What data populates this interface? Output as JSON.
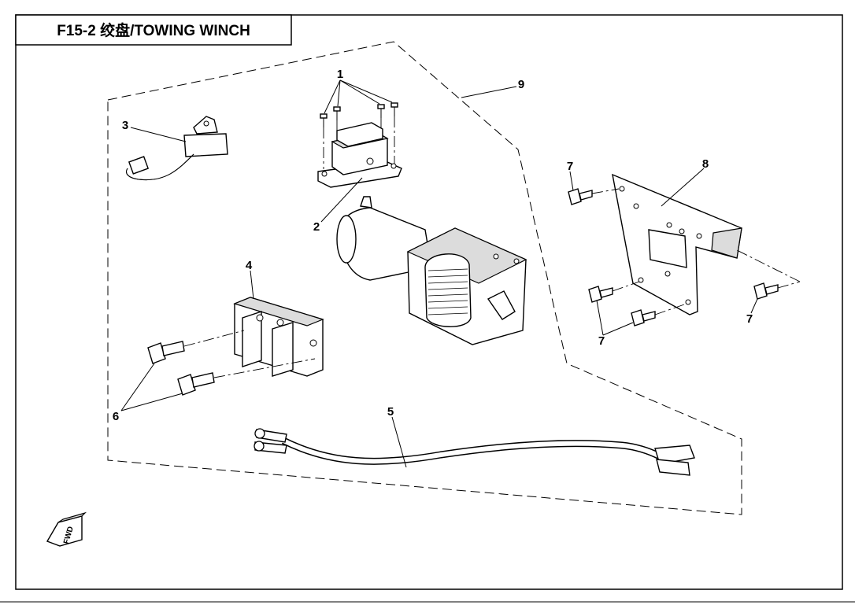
{
  "title": "F15-2 绞盘/TOWING WINCH",
  "callouts": {
    "c1": "1",
    "c2": "2",
    "c3": "3",
    "c4": "4",
    "c5": "5",
    "c6": "6",
    "c7a": "7",
    "c7b": "7",
    "c7c": "7",
    "c8": "8",
    "c9": "9"
  },
  "direction_marker": "FWD"
}
